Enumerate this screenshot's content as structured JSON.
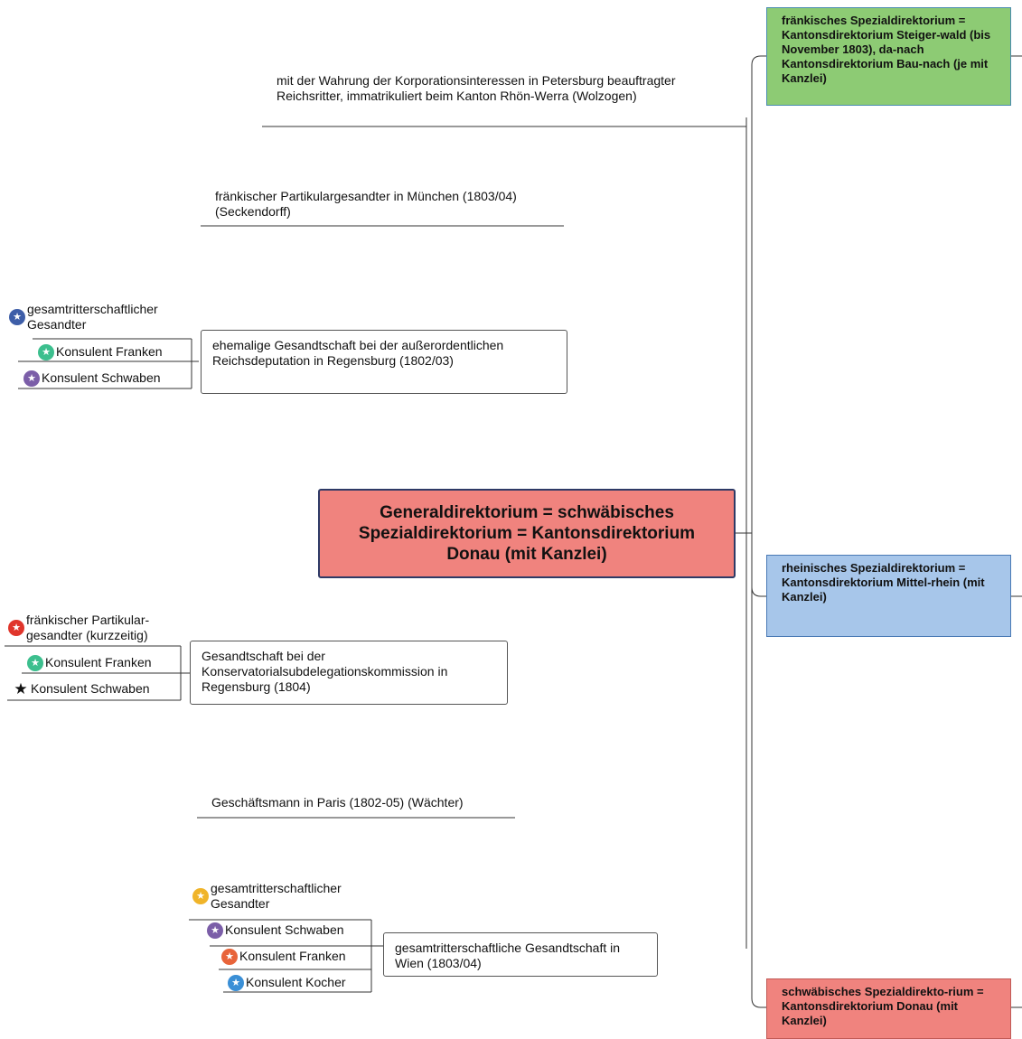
{
  "central": "Generaldirektorium = schwäbisches Spezialdirektorium = Kantonsdirektorium Donau (mit Kanzlei)",
  "right_nodes": [
    {
      "text": "fränkisches Spezialdirektorium = Kantonsdirektorium Steiger-wald (bis November 1803), da-nach Kantonsdirektorium Bau-nach (je mit Kanzlei)",
      "color": "#8dcb74"
    },
    {
      "text": "rheinisches Spezialdirektorium = Kantonsdirektorium Mittel-rhein (mit Kanzlei)",
      "color": "#a7c6ea"
    },
    {
      "text": "schwäbisches Spezialdirekto-rium = Kantonsdirektorium Donau (mit Kanzlei)",
      "color": "#f0837e"
    }
  ],
  "left_nodes": {
    "petersburg": "mit der Wahrung der Korporationsinteressen in Petersburg beauftragter Reichsritter, immatrikuliert beim Kanton Rhön-Werra (Wolzogen)",
    "muenchen": "fränkischer Partikulargesandter in München (1803/04) (Seckendorff)",
    "regensburg_1802": "ehemalige Gesandtschaft bei der außerordentlichen Reichsdeputation in Regensburg (1802/03)",
    "regensburg_1804": "Gesandtschaft bei der Konservatorialsubdelegationskommission in Regensburg (1804)",
    "paris": "Geschäftsmann in Paris (1802-05) (Wächter)",
    "wien": "gesamtritterschaftliche Gesandtschaft in Wien (1803/04)"
  },
  "leaves": {
    "regensburg_1802": [
      {
        "label": "gesamtritterschaftlicher Gesandter",
        "icon": "star-badge-icon",
        "color": "#3e5ea8"
      },
      {
        "label": "Konsulent Franken",
        "icon": "star-badge-icon",
        "color": "#3cbf8e"
      },
      {
        "label": "Konsulent Schwaben",
        "icon": "star-badge-icon",
        "color": "#7b5ea8"
      }
    ],
    "regensburg_1804": [
      {
        "label": "fränkischer Partikular-gesandter (kurzzeitig)",
        "icon": "star-badge-icon",
        "color": "#e0352b"
      },
      {
        "label": "Konsulent Franken",
        "icon": "star-badge-icon",
        "color": "#3cbf8e"
      },
      {
        "label": "Konsulent Schwaben",
        "icon": "star-icon",
        "color": "#111111"
      }
    ],
    "wien": [
      {
        "label": "gesamtritterschaftlicher Gesandter",
        "icon": "star-badge-icon",
        "color": "#f0b429"
      },
      {
        "label": "Konsulent Schwaben",
        "icon": "star-badge-icon",
        "color": "#7b5ea8"
      },
      {
        "label": "Konsulent Franken",
        "icon": "star-badge-icon",
        "color": "#e8643a"
      },
      {
        "label": "Konsulent Kocher",
        "icon": "star-badge-icon",
        "color": "#3a8fd6"
      }
    ]
  }
}
